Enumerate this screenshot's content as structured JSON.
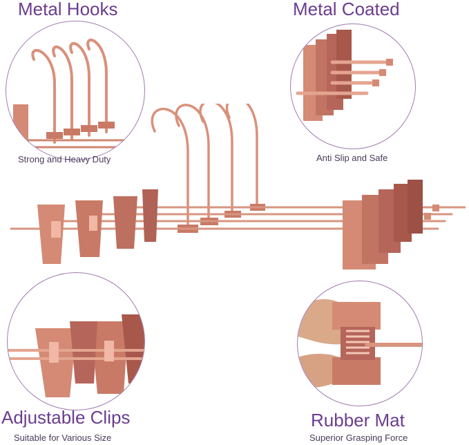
{
  "product": {
    "colors": {
      "metal": "#d9907a",
      "metal_dark": "#a8584a",
      "metal_light": "#f4c7b6",
      "title": "#6b3d8f",
      "circle_border": "#a07ab0"
    }
  },
  "features": {
    "top_left": {
      "title": "Metal Hooks",
      "subtitle": "Strong and Heavy Duty"
    },
    "top_right": {
      "title": "Metal Coated",
      "subtitle": "Anti Slip and Safe"
    },
    "bottom_left": {
      "title": "Adjustable Clips",
      "subtitle": "Suitable for Various Size"
    },
    "bottom_right": {
      "title": "Rubber Mat",
      "subtitle": "Superior Grasping Force"
    }
  }
}
